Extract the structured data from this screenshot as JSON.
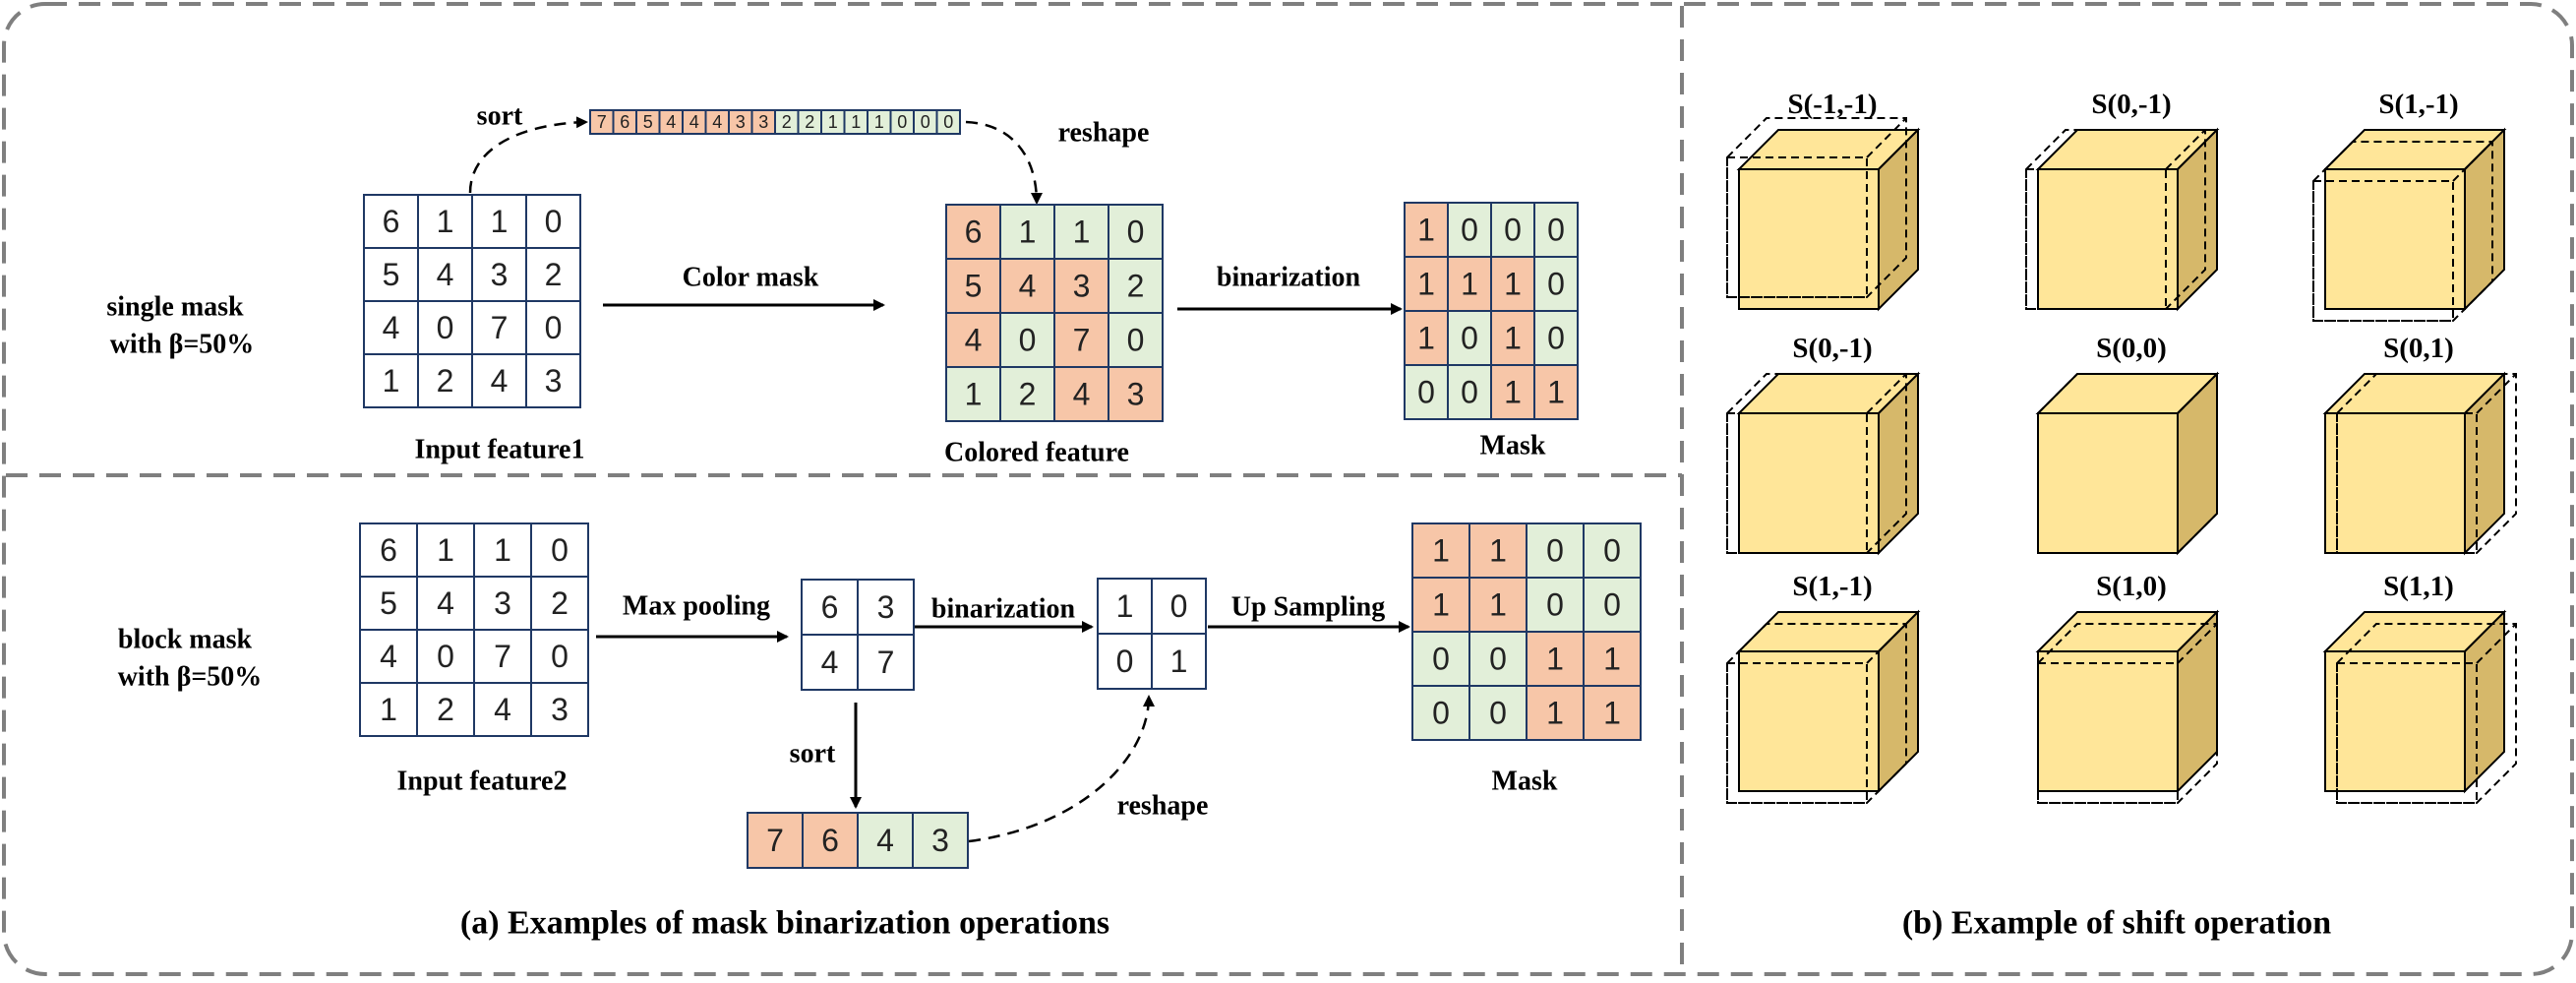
{
  "colors": {
    "orange": "#F7C6A8",
    "green": "#E2EFD9",
    "white": "#FFFFFF",
    "grid_border": "#1F3864",
    "cube_front": "#FFE699",
    "cube_side": "#D6B86A",
    "cube_top": "#FFE699",
    "frame": "#7F7F7F"
  },
  "panel_a": {
    "caption": "(a) Examples of mask binarization operations",
    "row1": {
      "side_label": [
        "single mask",
        "with β=50%"
      ],
      "input": {
        "label": "Input feature1",
        "cells": [
          [
            "6",
            "1",
            "1",
            "0"
          ],
          [
            "5",
            "4",
            "3",
            "2"
          ],
          [
            "4",
            "0",
            "7",
            "0"
          ],
          [
            "1",
            "2",
            "4",
            "3"
          ]
        ]
      },
      "sort_label": "sort",
      "sorted": {
        "cells": [
          "7",
          "6",
          "5",
          "4",
          "4",
          "4",
          "3",
          "3",
          "2",
          "2",
          "1",
          "1",
          "1",
          "0",
          "0",
          "0"
        ],
        "colors": [
          "o",
          "o",
          "o",
          "o",
          "o",
          "o",
          "o",
          "o",
          "g",
          "g",
          "g",
          "g",
          "g",
          "g",
          "g",
          "g"
        ]
      },
      "reshape_label": "reshape",
      "color_mask_label": "Color mask",
      "colored": {
        "label": "Colored feature",
        "cells": [
          [
            "6",
            "1",
            "1",
            "0"
          ],
          [
            "5",
            "4",
            "3",
            "2"
          ],
          [
            "4",
            "0",
            "7",
            "0"
          ],
          [
            "1",
            "2",
            "4",
            "3"
          ]
        ],
        "colors": [
          [
            "o",
            "g",
            "g",
            "g"
          ],
          [
            "o",
            "o",
            "o",
            "g"
          ],
          [
            "o",
            "g",
            "o",
            "g"
          ],
          [
            "g",
            "g",
            "o",
            "o"
          ]
        ]
      },
      "binarization_label": "binarization",
      "mask": {
        "label": "Mask",
        "cells": [
          [
            "1",
            "0",
            "0",
            "0"
          ],
          [
            "1",
            "1",
            "1",
            "0"
          ],
          [
            "1",
            "0",
            "1",
            "0"
          ],
          [
            "0",
            "0",
            "1",
            "1"
          ]
        ],
        "colors": [
          [
            "o",
            "g",
            "g",
            "g"
          ],
          [
            "o",
            "o",
            "o",
            "g"
          ],
          [
            "o",
            "g",
            "o",
            "g"
          ],
          [
            "g",
            "g",
            "o",
            "o"
          ]
        ]
      }
    },
    "row2": {
      "side_label": [
        "block mask",
        "with β=50%"
      ],
      "input": {
        "label": "Input feature2",
        "cells": [
          [
            "6",
            "1",
            "1",
            "0"
          ],
          [
            "5",
            "4",
            "3",
            "2"
          ],
          [
            "4",
            "0",
            "7",
            "0"
          ],
          [
            "1",
            "2",
            "4",
            "3"
          ]
        ]
      },
      "maxpool_label": "Max pooling",
      "pooled": {
        "cells": [
          [
            "6",
            "3"
          ],
          [
            "4",
            "7"
          ]
        ]
      },
      "binarization_label": "binarization",
      "binary": {
        "cells": [
          [
            "1",
            "0"
          ],
          [
            "0",
            "1"
          ]
        ]
      },
      "sort_label": "sort",
      "sorted": {
        "cells": [
          "7",
          "6",
          "4",
          "3"
        ],
        "colors": [
          "o",
          "o",
          "g",
          "g"
        ]
      },
      "reshape_label": "reshape",
      "upsampling_label": "Up Sampling",
      "mask": {
        "label": "Mask",
        "cells": [
          [
            "1",
            "1",
            "0",
            "0"
          ],
          [
            "1",
            "1",
            "0",
            "0"
          ],
          [
            "0",
            "0",
            "1",
            "1"
          ],
          [
            "0",
            "0",
            "1",
            "1"
          ]
        ],
        "colors": [
          [
            "o",
            "o",
            "g",
            "g"
          ],
          [
            "o",
            "o",
            "g",
            "g"
          ],
          [
            "g",
            "g",
            "o",
            "o"
          ],
          [
            "g",
            "g",
            "o",
            "o"
          ]
        ]
      }
    }
  },
  "panel_b": {
    "caption": "(b) Example of shift operation",
    "cubes": [
      {
        "label": "S(-1,-1)",
        "dx": -1,
        "dy": -1
      },
      {
        "label": "S(0,-1)",
        "dx": 0,
        "dy": -1
      },
      {
        "label": "S(1,-1)",
        "dx": 1,
        "dy": -1
      },
      {
        "label": "S(0,-1)",
        "dx": 0,
        "dy": -1
      },
      {
        "label": "S(0,0)",
        "dx": 0,
        "dy": 0
      },
      {
        "label": "S(0,1)",
        "dx": 0,
        "dy": 1
      },
      {
        "label": "S(1,-1)",
        "dx": 1,
        "dy": -1
      },
      {
        "label": "S(1,0)",
        "dx": 1,
        "dy": 0
      },
      {
        "label": "S(1,1)",
        "dx": 1,
        "dy": 1
      }
    ]
  }
}
